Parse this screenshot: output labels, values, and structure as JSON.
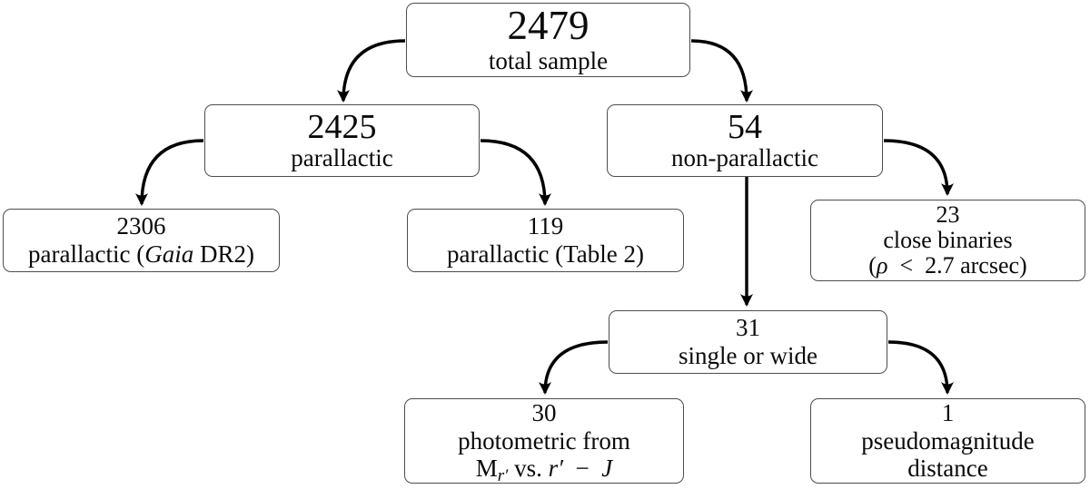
{
  "figure": {
    "type": "flowchart",
    "colors": {
      "background": "#ffffff",
      "box_border": "#4d4d4d",
      "arrow": "#000000",
      "text": "#0a0a0a"
    }
  },
  "nodes": {
    "total_sample": {
      "value": "2479",
      "label": "total sample"
    },
    "parallactic": {
      "value": "2425",
      "label": "parallactic"
    },
    "non_parallactic": {
      "value": "54",
      "label": "non-parallactic"
    },
    "parallactic_gaia": {
      "value": "2306",
      "pre": "parallactic (",
      "em": "Gaia",
      "post": " DR2)"
    },
    "parallactic_table2": {
      "value": "119",
      "label": "parallactic (Table 2)"
    },
    "close_binaries": {
      "value": "23",
      "line1": "close binaries",
      "open": "(",
      "rho": "ρ",
      "rest": "  <  2.7 arcsec)"
    },
    "single_or_wide": {
      "value": "31",
      "label": "single or wide"
    },
    "photometric": {
      "value": "30",
      "line1": "photometric from",
      "m": "M",
      "sub": "r′",
      "vs": " vs. ",
      "r2": "r′",
      "minus": "  −  ",
      "j": "J"
    },
    "pseudomagnitude": {
      "value": "1",
      "line1": "pseudomagnitude",
      "line2": "distance"
    }
  },
  "edges": [
    {
      "from": "total_sample",
      "to": "parallactic"
    },
    {
      "from": "total_sample",
      "to": "non_parallactic"
    },
    {
      "from": "parallactic",
      "to": "parallactic_gaia"
    },
    {
      "from": "parallactic",
      "to": "parallactic_table2"
    },
    {
      "from": "non_parallactic",
      "to": "close_binaries"
    },
    {
      "from": "non_parallactic",
      "to": "single_or_wide"
    },
    {
      "from": "single_or_wide",
      "to": "photometric"
    },
    {
      "from": "single_or_wide",
      "to": "pseudomagnitude"
    }
  ]
}
